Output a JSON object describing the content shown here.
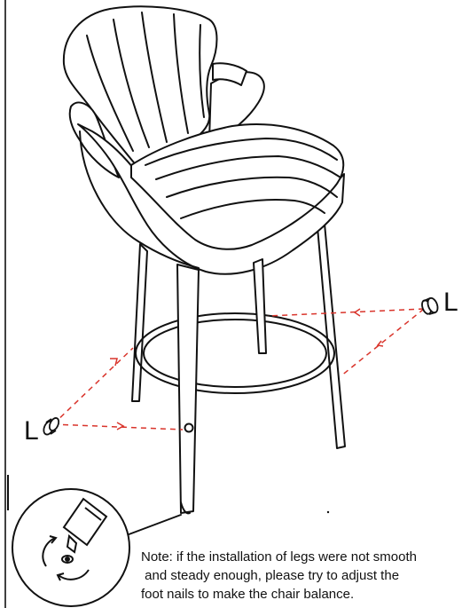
{
  "labels": {
    "foot_right": "L",
    "foot_left": "L"
  },
  "note": {
    "line1": "Note: if the installation of legs were not smooth",
    "line2": " and steady enough, please try to adjust the",
    "line3": "foot nails to make the chair balance."
  },
  "colors": {
    "line_art": "#111111",
    "guide_dashes": "#d9342b",
    "background": "#ffffff"
  },
  "icons": {
    "foot_pad": "foot-nail-cap",
    "rotate": "rotation-arrows"
  }
}
